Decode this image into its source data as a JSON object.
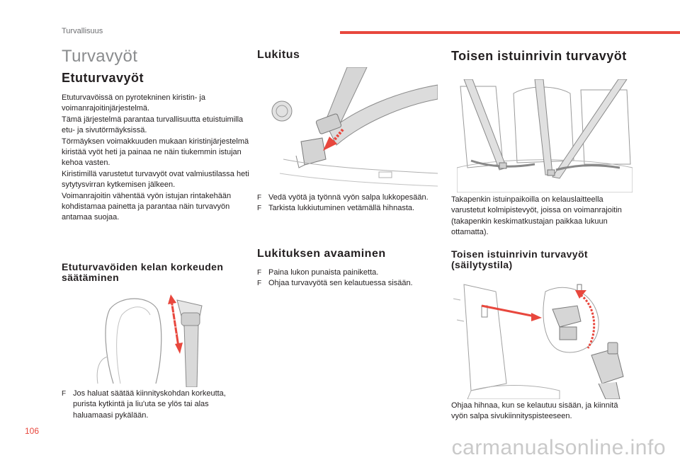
{
  "header": {
    "section": "Turvallisuus"
  },
  "page_title": "Turvavyöt",
  "col1": {
    "heading": "Etuturvavyöt",
    "paragraphs": [
      "Etuturvavöissä on pyrotekninen kiristin- ja voimanrajoitinjärjestelmä.",
      "Tämä järjestelmä parantaa turvallisuutta etuistuimilla etu- ja sivutörmäyksissä.",
      "Törmäyksen voimakkuuden mukaan kiristinjärjestelmä kiristää vyöt heti ja painaa ne näin tiukemmin istujan kehoa vasten.",
      "Kiristimillä varustetut turvavyöt ovat valmiustilassa heti sytytysvirran kytkemisen jälkeen.",
      "Voimanrajoitin vähentää vyön istujan rintakehään kohdistamaa painetta ja parantaa näin turvavyön antamaa suojaa."
    ],
    "subheading_line1": "Etuturvavöiden kelan korkeuden",
    "subheading_line2": "säätäminen",
    "bullet": "Jos haluat säätää kiinnityskohdan korkeutta, purista kytkintä ja liu'uta se ylös tai alas haluamaasi pykälään."
  },
  "col2": {
    "heading": "Lukitus",
    "bullets": [
      "Vedä vyötä ja työnnä vyön salpa lukkopesään.",
      "Tarkista lukkiutuminen vetämällä hihnasta."
    ],
    "heading2": "Lukituksen avaaminen",
    "bullets2": [
      "Paina lukon punaista painiketta.",
      "Ohjaa turvavyötä sen kelautuessa sisään."
    ]
  },
  "col3": {
    "heading": "Toisen istuinrivin turvavyöt",
    "paragraph": "Takapenkin istuinpaikoilla on kelauslaitteella varustetut kolmipistevyöt, joissa on voimanrajoitin (takapenkin keskimatkustajan paikkaa lukuun ottamatta).",
    "subheading_line1": "Toisen istuinrivin turvavyöt",
    "subheading_line2": "(säilytystila)",
    "caption": "Ohjaa hihnaa, kun se kelautuu sisään, ja kiinnitä vyön salpa sivukiinnityspisteeseen."
  },
  "bullet_glyph": "F",
  "page_number": "106",
  "watermark": "carmanualsonline.info",
  "colors": {
    "accent": "#e8473d",
    "text": "#231f20",
    "muted": "#8a8c8e"
  }
}
